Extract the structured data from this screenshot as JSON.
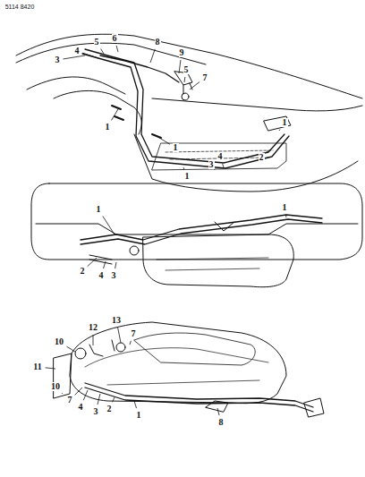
{
  "diagram": {
    "labels": [
      "5114 8420",
      "5",
      "6",
      "8",
      "3",
      "4",
      "9",
      "5",
      "7",
      "1",
      "1",
      "1",
      "1",
      "2",
      "4",
      "3",
      "1",
      "1",
      "2",
      "4",
      "3",
      "13",
      "12",
      "7",
      "10",
      "11",
      "10",
      "7",
      "4",
      "3",
      "2",
      "1",
      "8"
    ]
  }
}
